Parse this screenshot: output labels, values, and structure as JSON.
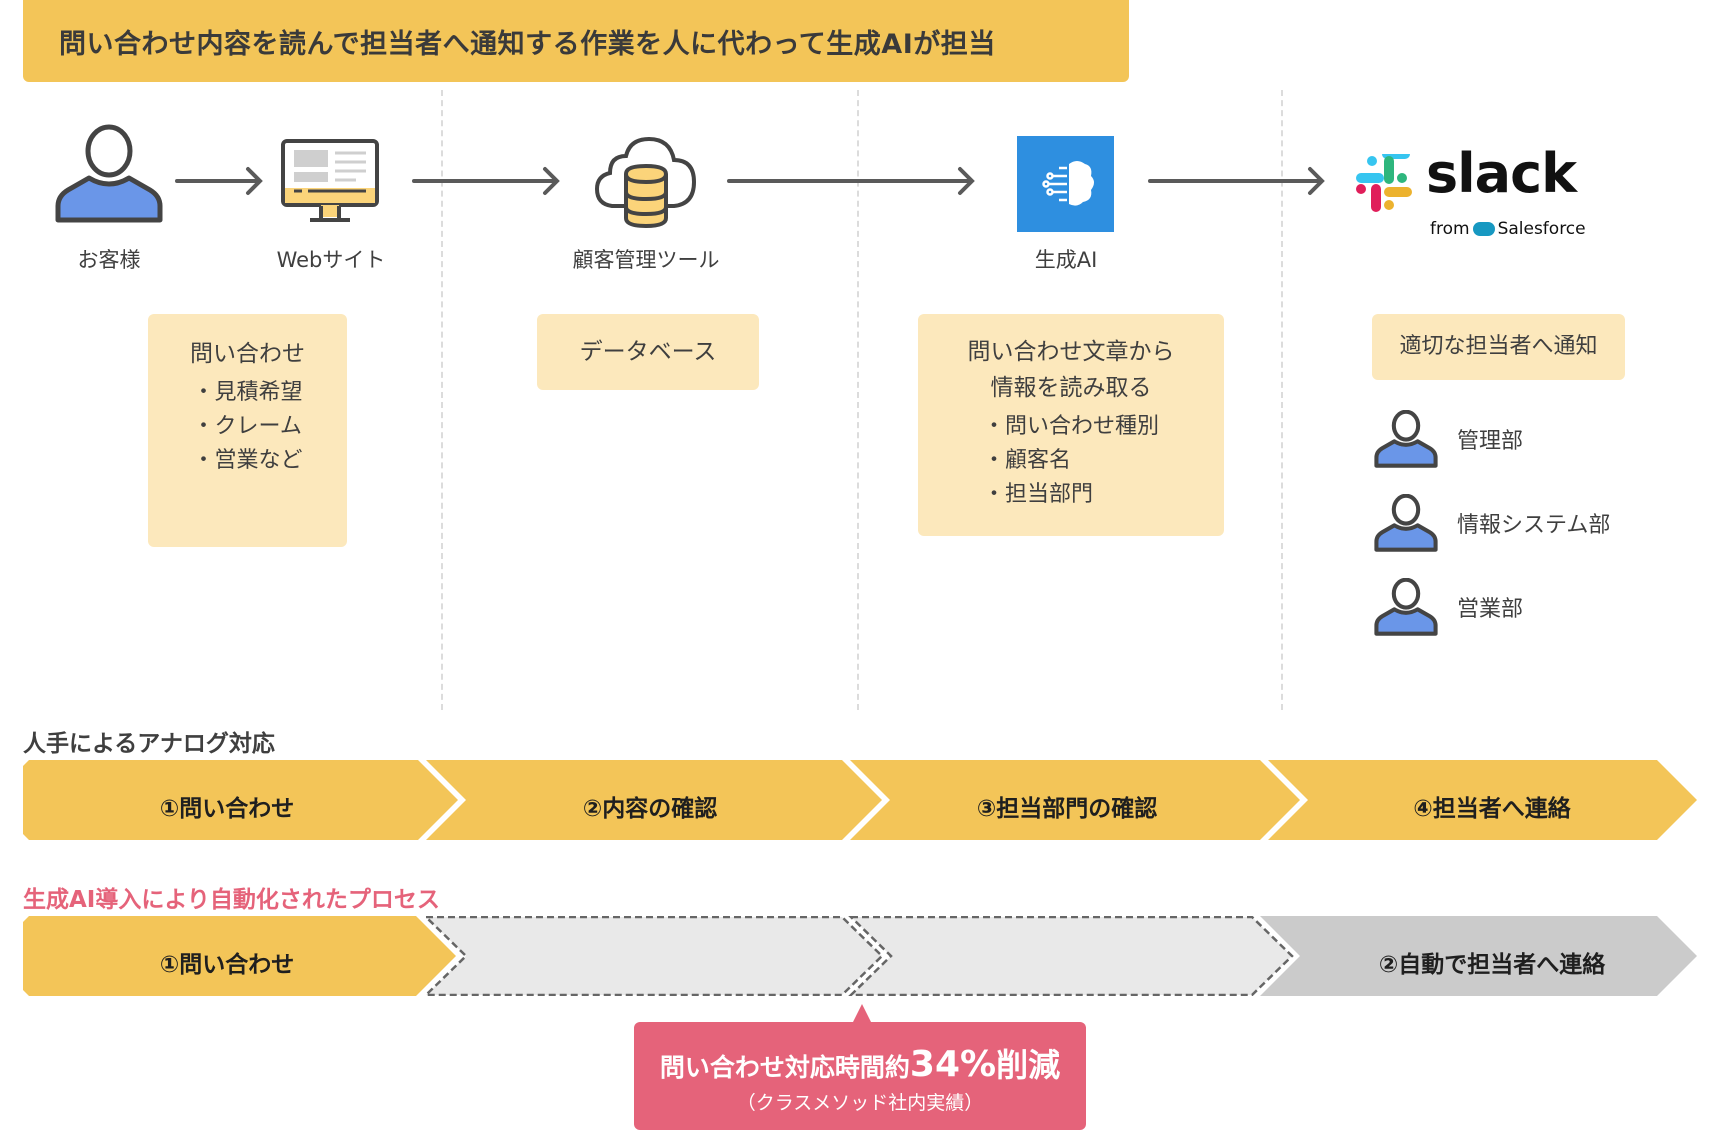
{
  "header": {
    "title": "問い合わせ内容を読んで担当者へ通知する作業を人に代わって生成AIが担当"
  },
  "colors": {
    "accent_yellow": "#F3C558",
    "note_bg": "#FCE8BC",
    "ai_blue": "#2E8FE0",
    "pink": "#E5637A",
    "grey_step": "#CBCBCB",
    "dashed_step": "#E9E9E9",
    "person_blue": "#6A96E8"
  },
  "flow": {
    "nodes": [
      {
        "label": "お客様",
        "icon": "person-icon"
      },
      {
        "label": "Webサイト",
        "icon": "monitor-icon"
      },
      {
        "label": "顧客管理ツール",
        "icon": "cloud-database-icon"
      },
      {
        "label": "生成AI",
        "icon": "ai-brain-icon"
      },
      {
        "label": "slack",
        "sublabel_from": "from",
        "sublabel_brand": "Salesforce",
        "icon": "slack-logo"
      }
    ],
    "notes": {
      "inquiry": {
        "head": "問い合わせ",
        "items": [
          "見積希望",
          "クレーム",
          "営業など"
        ]
      },
      "database": {
        "head": "データベース"
      },
      "ai": {
        "head_lines": [
          "問い合わせ文章から",
          "情報を読み取る"
        ],
        "items": [
          "問い合わせ種別",
          "顧客名",
          "担当部門"
        ]
      },
      "notify": {
        "head": "適切な担当者へ通知"
      }
    },
    "departments": [
      "管理部",
      "情報システム部",
      "営業部"
    ]
  },
  "manual_process": {
    "heading": "人手によるアナログ対応",
    "steps": [
      "①問い合わせ",
      "②内容の確認",
      "③担当部門の確認",
      "④担当者へ連絡"
    ]
  },
  "automated_process": {
    "heading": "生成AI導入により自動化されたプロセス",
    "steps": [
      "①問い合わせ",
      "",
      "",
      "②自動で担当者へ連絡"
    ]
  },
  "callout": {
    "prefix": "問い合わせ対応時間約",
    "value": "34%",
    "suffix": "削減",
    "note": "（クラスメソッド社内実績）"
  }
}
